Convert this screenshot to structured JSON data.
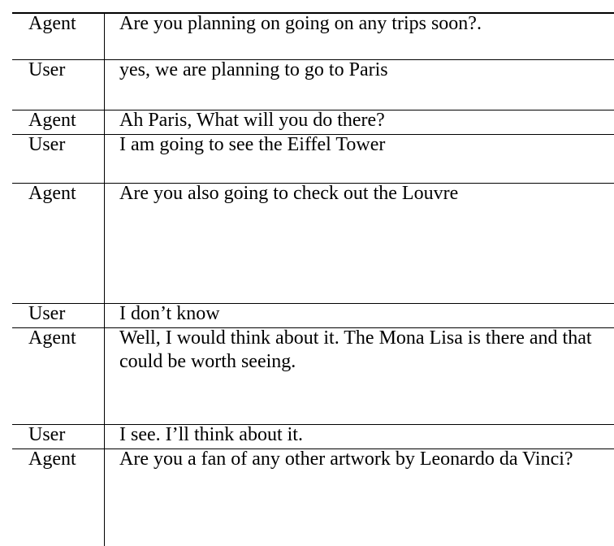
{
  "rows": [
    {
      "speaker": "Agent",
      "text": "Are you planning on going on any trips soon?."
    },
    {
      "speaker": "User",
      "text": "yes, we are planning to go to Paris"
    },
    {
      "speaker": "Agent",
      "text": "Ah Paris, What will you do there?"
    },
    {
      "speaker": "User",
      "text": "I am going to see the Eiffel Tower"
    },
    {
      "speaker": "Agent",
      "text": "Are you also going to check out the Louvre"
    },
    {
      "speaker": "User",
      "text": "I don’t know"
    },
    {
      "speaker": "Agent",
      "text": "Well, I would think about it. The Mona Lisa is there and that could be worth seeing."
    },
    {
      "speaker": "User",
      "text": "I see. I’ll think about it."
    },
    {
      "speaker": "Agent",
      "text": "Are you a fan of any other artwork by Leonardo da Vinci?"
    }
  ]
}
